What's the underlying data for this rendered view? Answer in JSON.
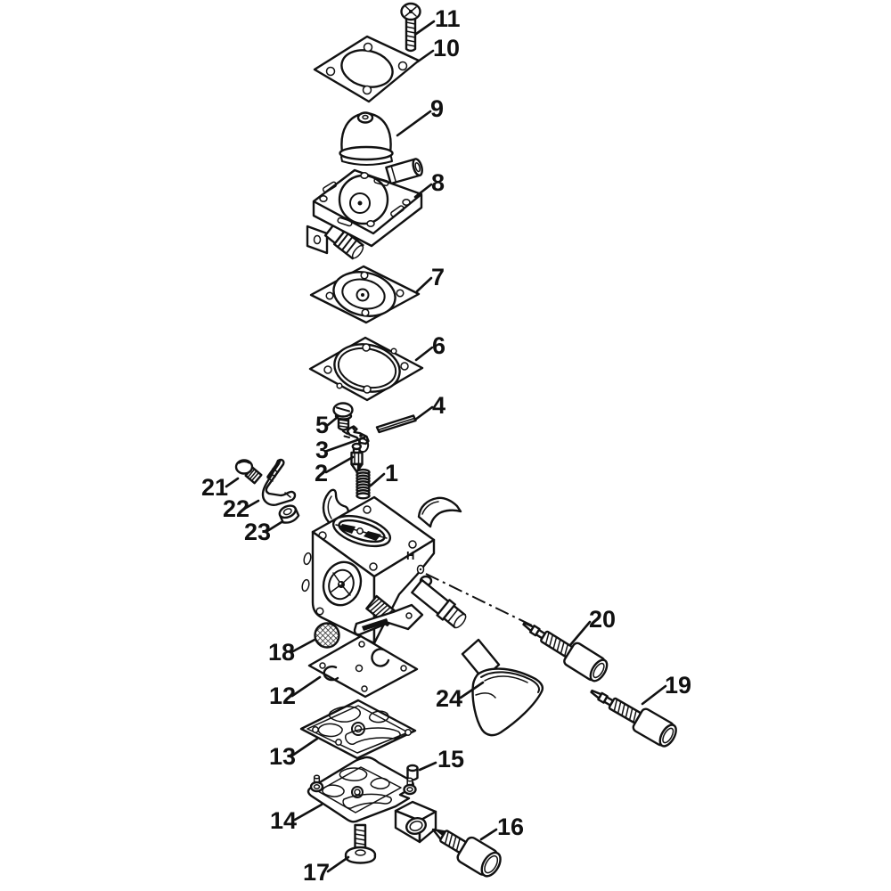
{
  "diagram": {
    "type": "exploded-parts-diagram",
    "background_color": "#ffffff",
    "line_color": "#111111",
    "body_marking": "H",
    "callouts": [
      "1",
      "2",
      "3",
      "4",
      "5",
      "6",
      "7",
      "8",
      "9",
      "10",
      "11",
      "12",
      "13",
      "14",
      "15",
      "16",
      "17",
      "18",
      "19",
      "20",
      "21",
      "22",
      "23",
      "24"
    ]
  }
}
